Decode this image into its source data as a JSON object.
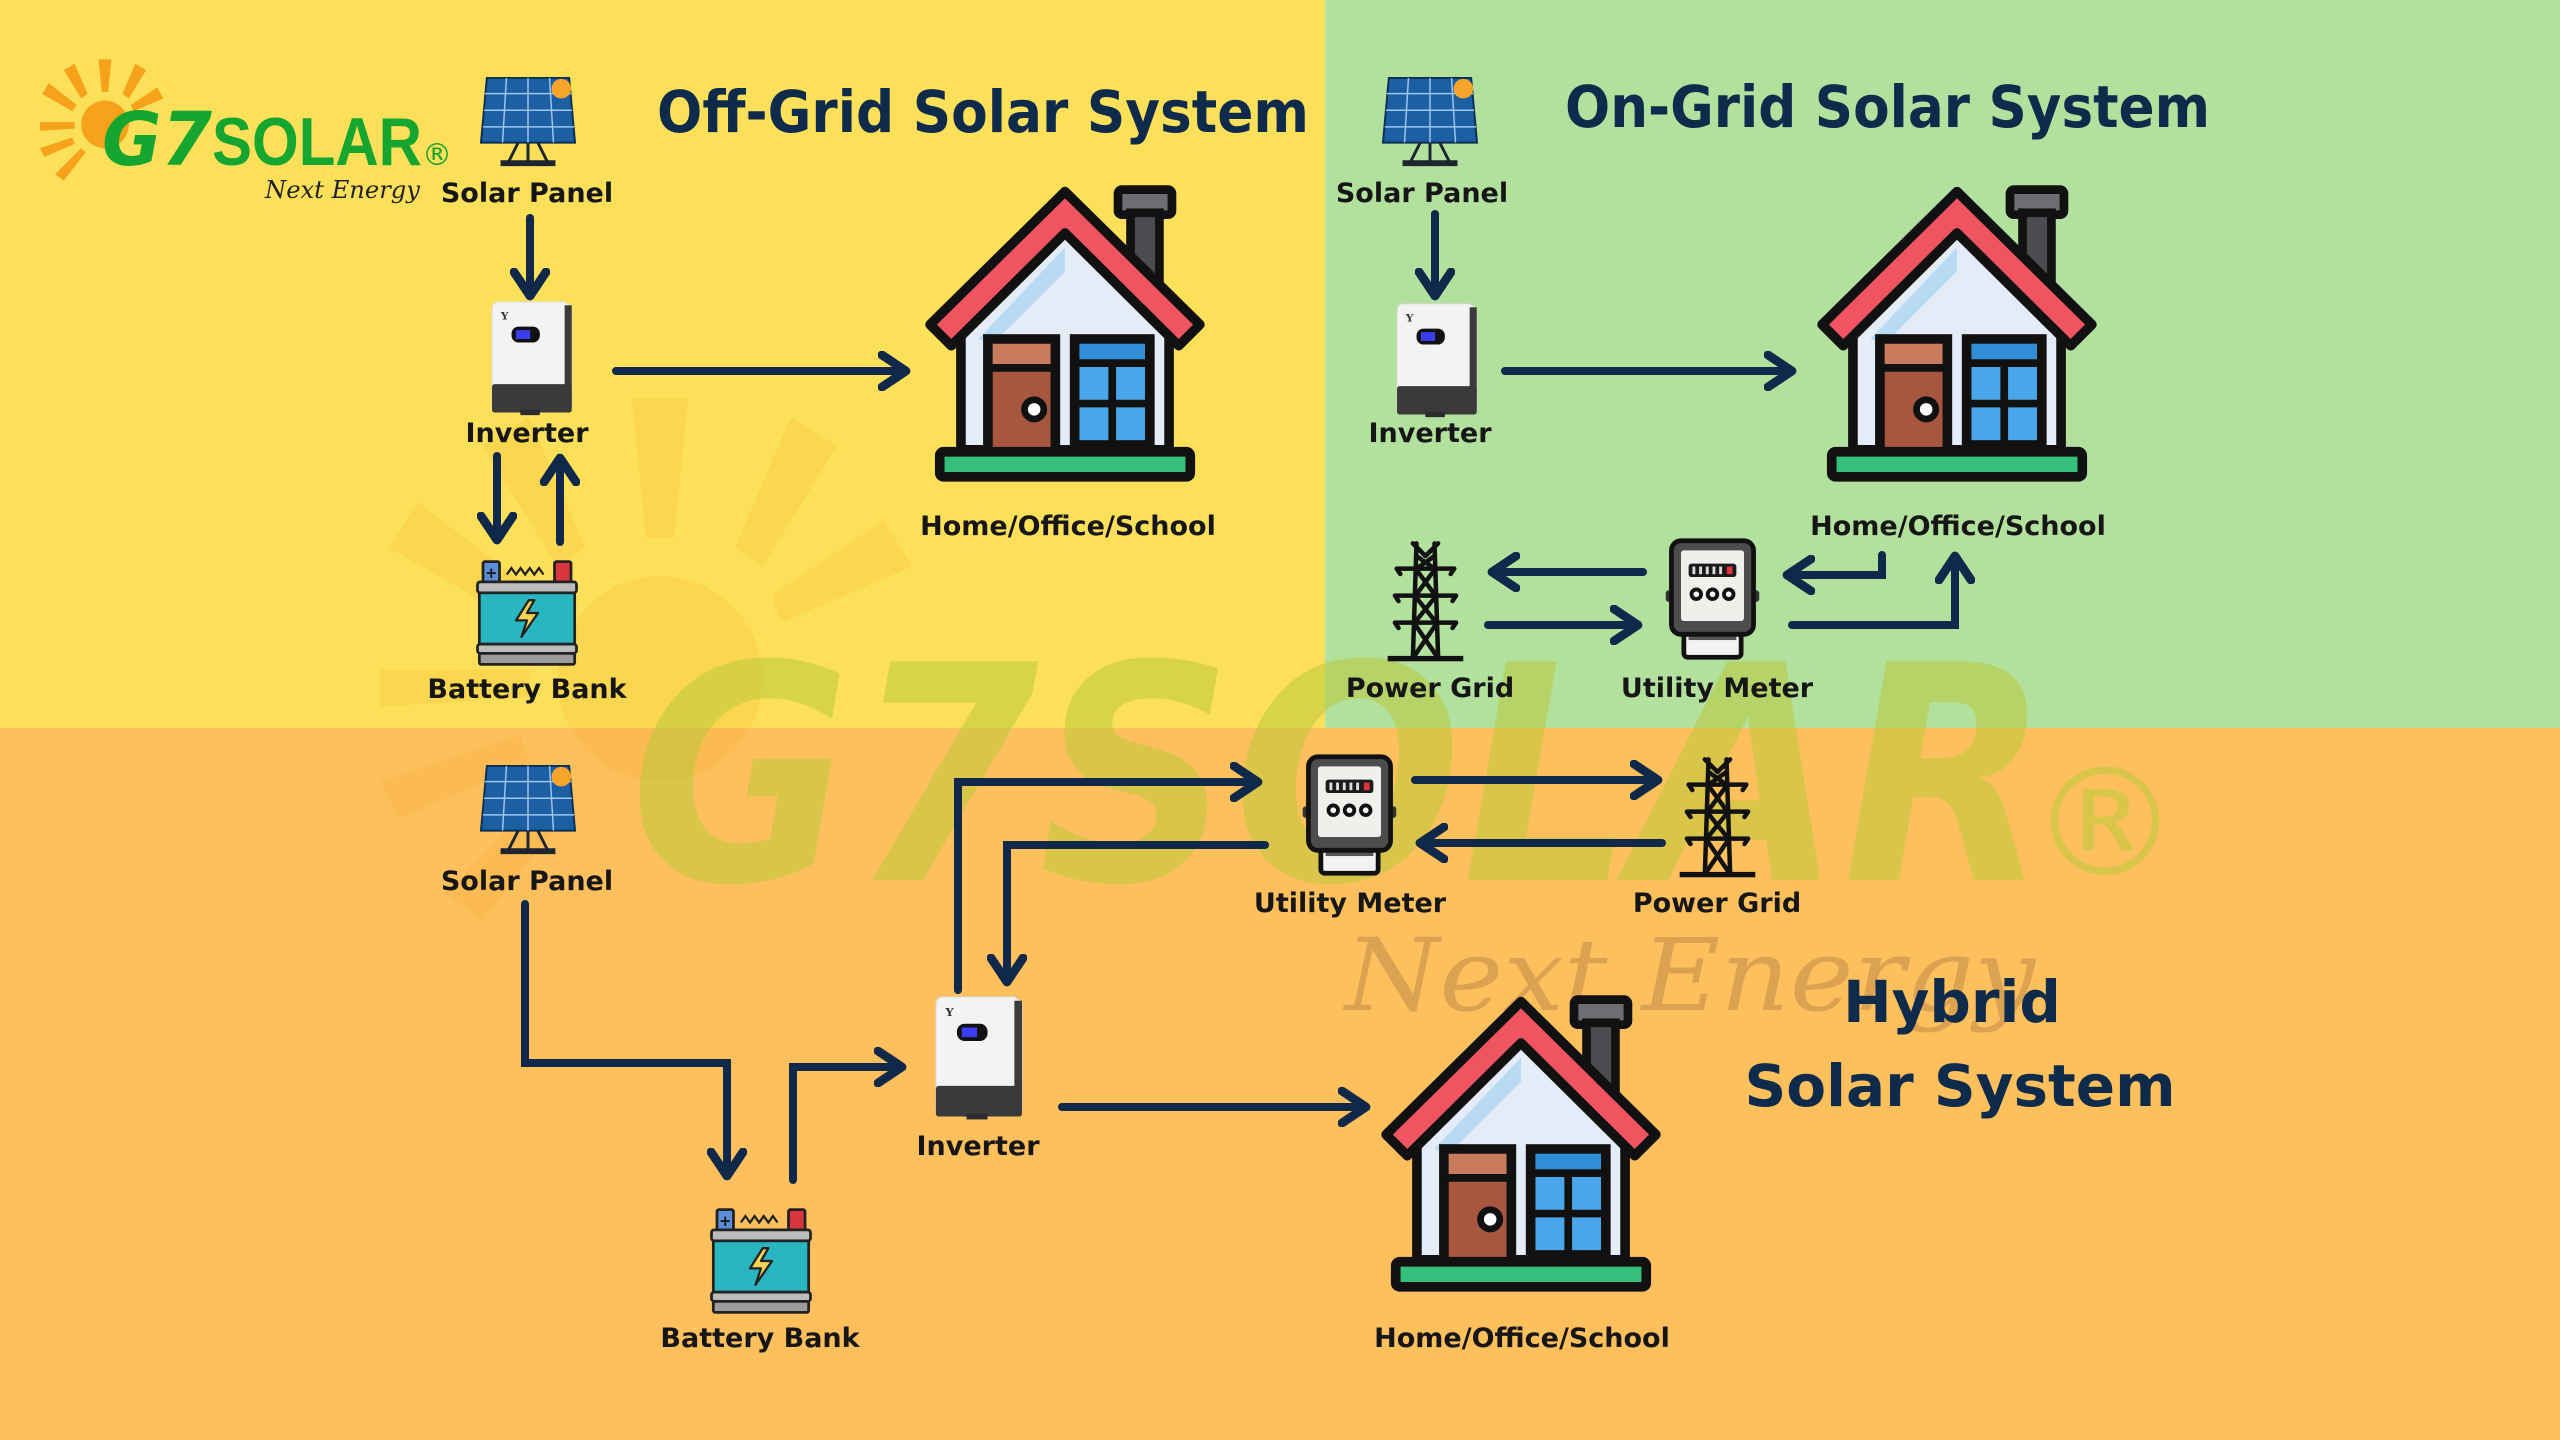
{
  "brand": {
    "logo_g7": "G7",
    "logo_solar": "SOLAR",
    "logo_registered": "®",
    "tagline": "Next Energy",
    "colors": {
      "green": "#16a52f",
      "sun": "#f6a21b"
    }
  },
  "watermark": {
    "text": "G7SOLAR",
    "registered": "®",
    "tagline": "Next Energy"
  },
  "sections": {
    "off_grid": {
      "title": "Off-Grid Solar System",
      "background": "#fde05a",
      "components": {
        "solar_panel": "Solar Panel",
        "inverter": "Inverter",
        "battery": "Battery Bank",
        "home": "Home/Office/School"
      },
      "flows": [
        "Solar Panel → Inverter",
        "Inverter → Battery Bank",
        "Battery Bank → Inverter",
        "Inverter → Home/Office/School"
      ]
    },
    "on_grid": {
      "title": "On-Grid Solar System",
      "background": "#b2e19e",
      "components": {
        "solar_panel": "Solar Panel",
        "inverter": "Inverter",
        "home": "Home/Office/School",
        "power_grid": "Power Grid",
        "utility_meter": "Utility Meter"
      },
      "flows": [
        "Solar Panel → Inverter",
        "Inverter → Home/Office/School",
        "Home/Office/School → Utility Meter",
        "Utility Meter → Home/Office/School",
        "Utility Meter → Power Grid",
        "Power Grid → Utility Meter"
      ]
    },
    "hybrid": {
      "title_line1": "Hybrid",
      "title_line2": "Solar System",
      "background": "#fdc05c",
      "components": {
        "solar_panel": "Solar Panel",
        "battery": "Battery Bank",
        "inverter": "Inverter",
        "utility_meter": "Utility Meter",
        "power_grid": "Power Grid",
        "home": "Home/Office/School"
      },
      "flows": [
        "Solar Panel → Battery Bank",
        "Battery Bank → Inverter",
        "Inverter → Utility Meter",
        "Utility Meter → Inverter",
        "Utility Meter → Power Grid",
        "Power Grid → Utility Meter",
        "Inverter → Home/Office/School"
      ]
    }
  },
  "icons": {
    "solar_panel": "solar-panel-icon",
    "inverter": "inverter-icon",
    "battery": "battery-icon",
    "home": "house-icon",
    "utility_meter": "electric-meter-icon",
    "power_grid": "transmission-tower-icon",
    "sun": "sun-icon"
  },
  "arrow_color": "#10294a"
}
